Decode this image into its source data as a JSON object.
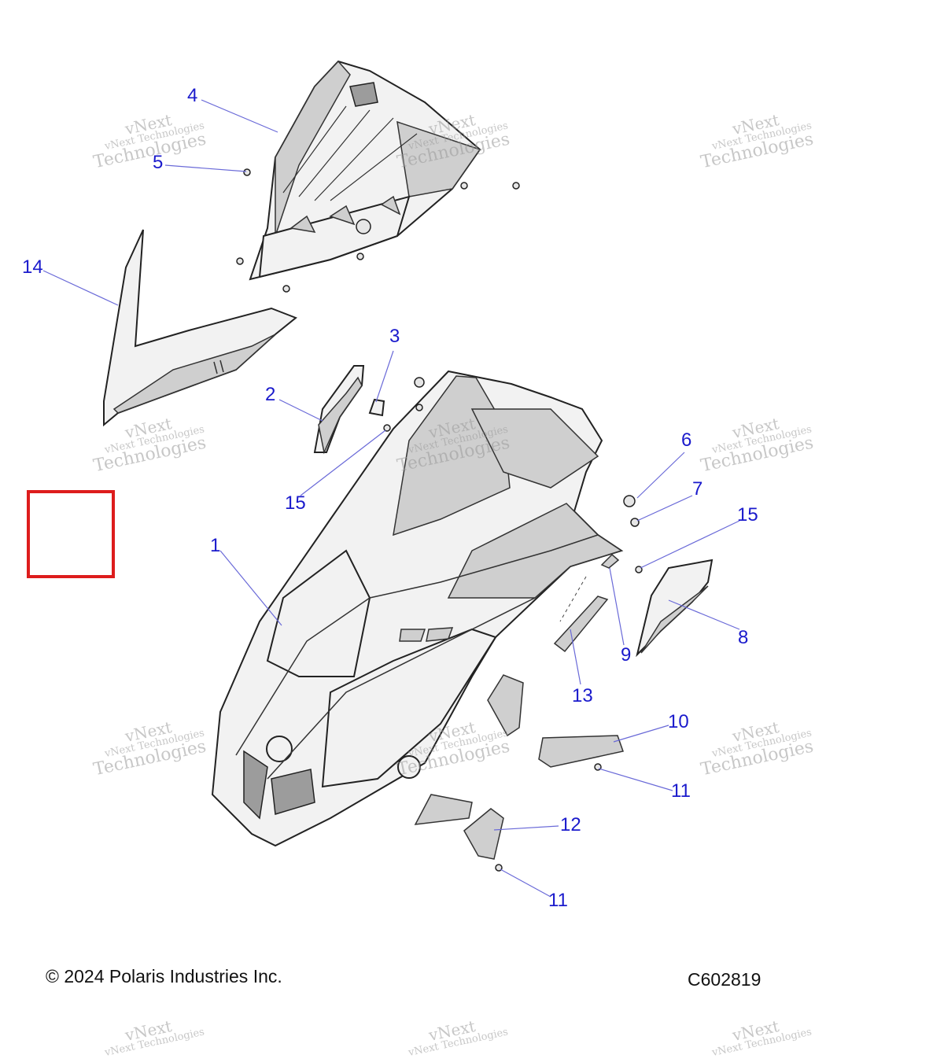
{
  "callouts": [
    "4",
    "5",
    "14",
    "3",
    "2",
    "15",
    "6",
    "7",
    "15",
    "1",
    "8",
    "9",
    "13",
    "10",
    "11",
    "12",
    "11"
  ],
  "watermark": {
    "line1": "vNext",
    "line2": "vNext Technologies",
    "line3": "Technologies"
  },
  "footer": {
    "copyright": "© 2024 Polaris Industries Inc.",
    "diagram_code": "C602819"
  },
  "colors": {
    "callout": "#1a1acc",
    "highlight_box": "#dd1c1c"
  }
}
